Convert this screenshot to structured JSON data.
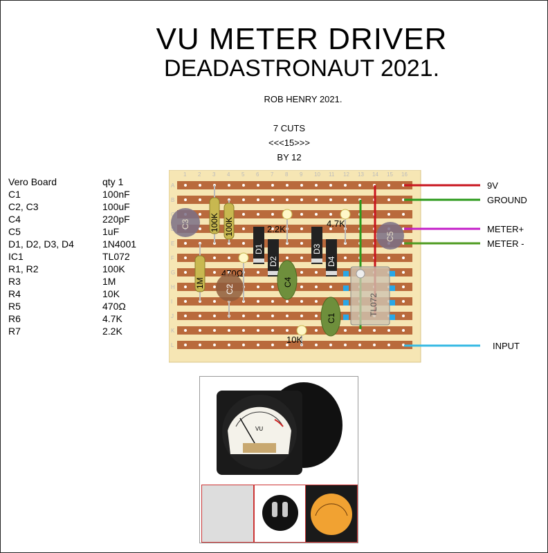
{
  "title": "VU METER DRIVER",
  "subtitle": "DEADASTRONAUT 2021.",
  "author": "ROB HENRY 2021.",
  "board_info": {
    "cuts": "7 CUTS",
    "width": "<<<15>>>",
    "rows": "BY 12"
  },
  "bom": [
    {
      "name": "Vero Board",
      "value": "qty 1"
    },
    {
      "name": "C1",
      "value": "100nF"
    },
    {
      "name": "C2, C3",
      "value": "100uF"
    },
    {
      "name": "C4",
      "value": "220pF"
    },
    {
      "name": "C5",
      "value": "1uF"
    },
    {
      "name": "D1, D2, D3, D4",
      "value": "1N4001"
    },
    {
      "name": "IC1",
      "value": "TL072"
    },
    {
      "name": "R1, R2",
      "value": "100K"
    },
    {
      "name": "R3",
      "value": "1M"
    },
    {
      "name": "R4",
      "value": "10K"
    },
    {
      "name": "R5",
      "value": "470Ω"
    },
    {
      "name": "R6",
      "value": "4.7K"
    },
    {
      "name": "R7",
      "value": "2.2K"
    }
  ],
  "columns": [
    "1",
    "2",
    "3",
    "4",
    "5",
    "6",
    "7",
    "8",
    "9",
    "10",
    "11",
    "12",
    "13",
    "14",
    "15",
    "16"
  ],
  "rows": [
    "A",
    "B",
    "C",
    "D",
    "E",
    "F",
    "G",
    "H",
    "I",
    "J",
    "K",
    "L"
  ],
  "components": {
    "c3": "C3",
    "c5": "C5",
    "c2": "C2",
    "c4": "C4",
    "c1": "C1",
    "r1": "100K",
    "r2": "100K",
    "r3": "1M",
    "d1": "D1",
    "d2": "D2",
    "d3": "D3",
    "d4": "D4",
    "r7": "2.2K",
    "r6": "4.7K",
    "r5": "470Ω",
    "r4": "10K",
    "ic": "TL072"
  },
  "connections": {
    "v9": "9V",
    "ground": "GROUND",
    "meter_plus": "METER+",
    "meter_minus": "METER -",
    "input": "INPUT"
  },
  "colors": {
    "board": "#f6e6b4",
    "strip": "#b96a3c",
    "v9": "#c8141e",
    "ground": "#2b9a1b",
    "meter_plus": "#c41ec8",
    "meter_minus": "#4c9a1e",
    "input": "#35b9e3"
  },
  "meter_photo": {
    "scale": "VU"
  }
}
